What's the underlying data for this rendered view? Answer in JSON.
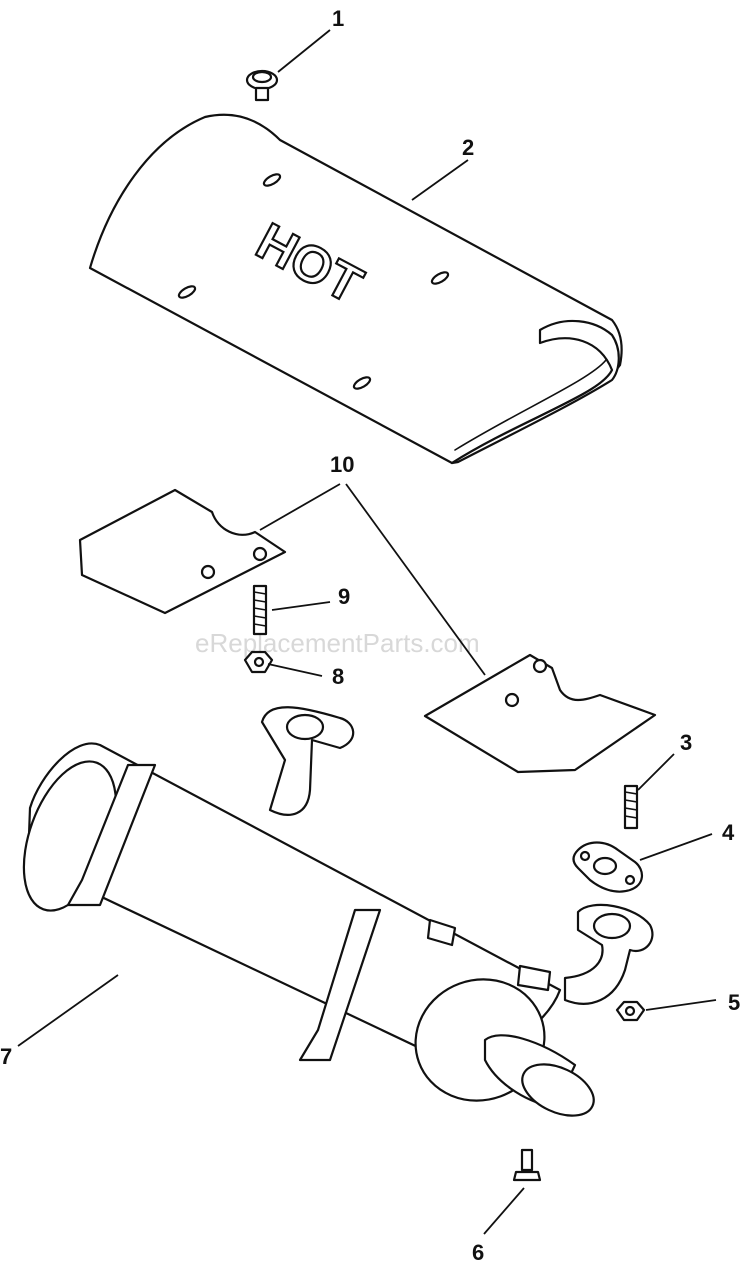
{
  "diagram": {
    "shield_text": "HOT",
    "watermark": "eReplacementParts.com",
    "callouts": {
      "c1": "1",
      "c2": "2",
      "c3": "3",
      "c4": "4",
      "c5": "5",
      "c6": "6",
      "c7": "7",
      "c8": "8",
      "c9": "9",
      "c10": "10"
    }
  }
}
